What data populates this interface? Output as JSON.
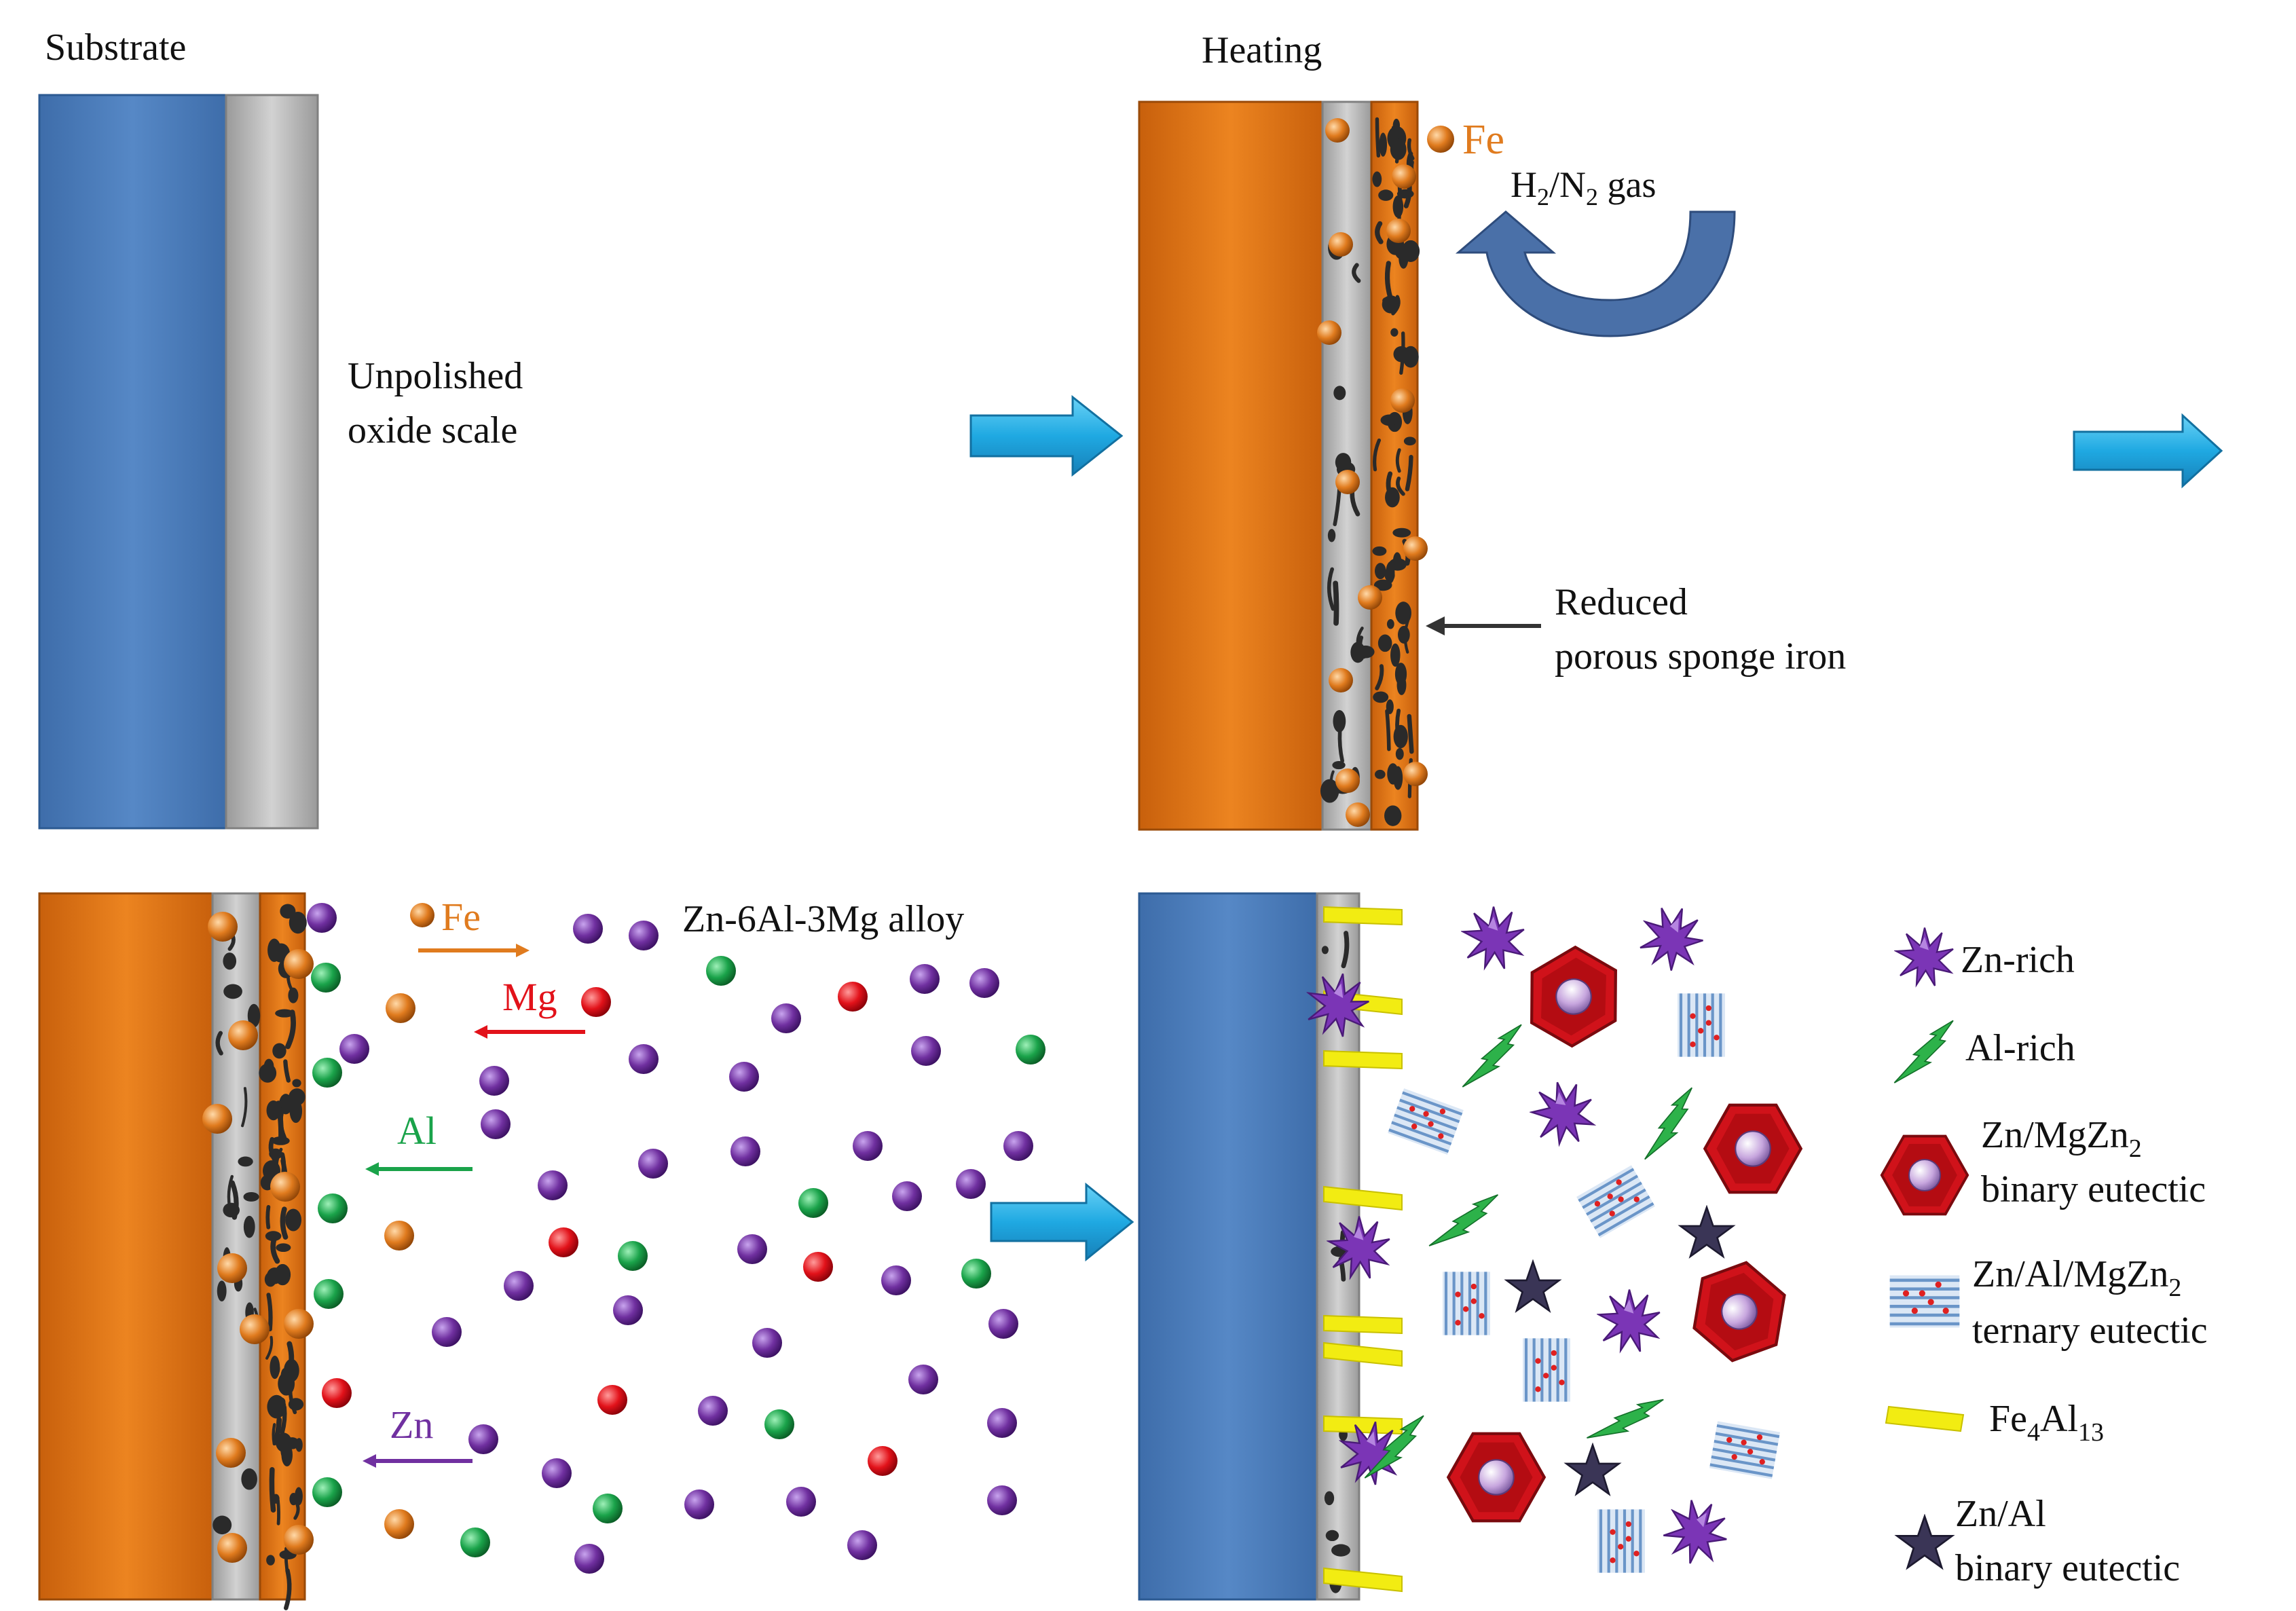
{
  "colors": {
    "substrate_blue": "#4f7fbd",
    "oxide_gray": "#b8b8b8",
    "iron_orange": "#e07414",
    "arrow_cyan": "#29b4e8",
    "gas_arrow_blue": "#4a70a8",
    "fe": "#e07b1e",
    "mg": "#e2121a",
    "al": "#1aa34a",
    "zn": "#7030a0",
    "zn_rich": "#7b35b6",
    "al_rich": "#2db24a",
    "binary_eutectic": "#d0121a",
    "ternary_eutectic": "#6a95c8",
    "fe4al13": "#f2ec12",
    "star": "#3a3556"
  },
  "panel1": {
    "title": "Substrate",
    "oxide_label_line1": "Unpolished",
    "oxide_label_line2": "oxide scale"
  },
  "panel2": {
    "title": "Heating",
    "fe_label": "Fe",
    "gas_label": "H2/N2 gas",
    "gas_h": "H",
    "gas_sub1": "2",
    "gas_slash": "/N",
    "gas_sub2": "2",
    "gas_rest": " gas",
    "sponge_label_line1": "Reduced",
    "sponge_label_line2": "porous sponge iron"
  },
  "panel3": {
    "alloy_label": "Zn-6Al-3Mg alloy",
    "fe_label": "Fe",
    "mg_label": "Mg",
    "al_label": "Al",
    "zn_label": "Zn"
  },
  "legend": {
    "zn_rich": "Zn-rich",
    "al_rich": "Al-rich",
    "binary_line1": "Zn/MgZn",
    "binary_sub": "2",
    "binary_line2": "binary eutectic",
    "ternary_line1": "Zn/Al/MgZn",
    "ternary_sub": "2",
    "ternary_line2": "ternary eutectic",
    "fe4al13_a": "Fe",
    "fe4al13_s1": "4",
    "fe4al13_b": "Al",
    "fe4al13_s2": "13",
    "znal_line1": "Zn/Al",
    "znal_line2": "binary eutectic"
  },
  "icons": [
    "process-arrow-icon",
    "gas-cycle-arrow-icon",
    "pointer-arrow-icon",
    "zn-rich-icon",
    "al-rich-icon",
    "hexagon-icon",
    "ternary-lamellae-icon",
    "fe4al13-bar-icon",
    "star-icon"
  ]
}
